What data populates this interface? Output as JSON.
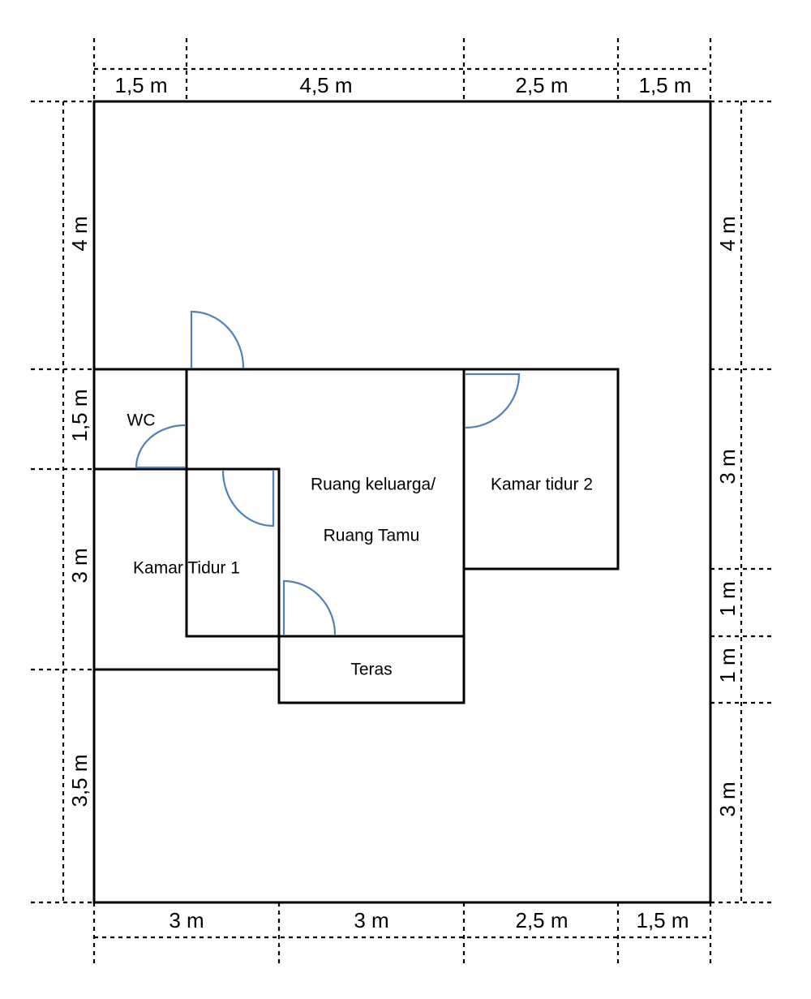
{
  "rooms": {
    "wc": "WC",
    "kamar_tidur_1": "Kamar Tidur 1",
    "ruang_keluarga_line1": "Ruang keluarga/",
    "ruang_keluarga_line2": "Ruang Tamu",
    "kamar_tidur_2": "Kamar tidur 2",
    "teras": "Teras"
  },
  "dimensions": {
    "top": [
      "1,5 m",
      "4,5 m",
      "2,5 m",
      "1,5 m"
    ],
    "bottom": [
      "3 m",
      "3 m",
      "2,5 m",
      "1,5 m"
    ],
    "left": [
      "4 m",
      "1,5 m",
      "3 m",
      "3,5 m"
    ],
    "right": [
      "4 m",
      "3 m",
      "1 m",
      "1 m",
      "3 m"
    ]
  },
  "colors": {
    "walls": "#000000",
    "doors": "#4f81bd"
  }
}
